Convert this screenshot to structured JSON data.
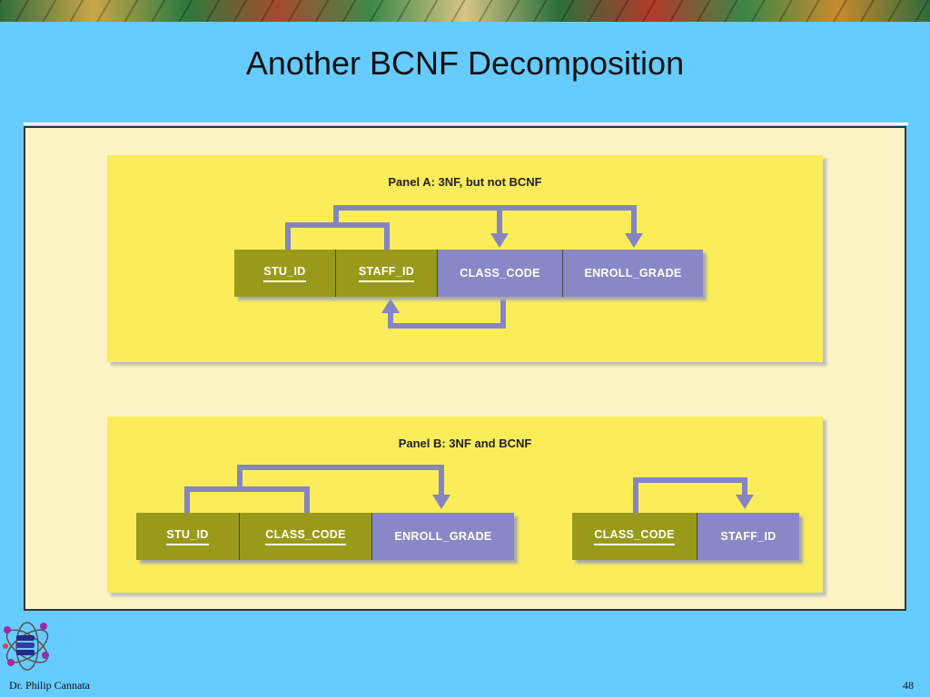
{
  "slide": {
    "title": "Another BCNF Decomposition",
    "author": "Dr. Philip Cannata",
    "page_number": "48"
  },
  "panel_a": {
    "title": "Panel A: 3NF, but not BCNF",
    "attributes": [
      "STU_ID",
      "STAFF_ID",
      "CLASS_CODE",
      "ENROLL_GRADE"
    ]
  },
  "panel_b": {
    "title": "Panel B: 3NF and BCNF",
    "table_1": [
      "STU_ID",
      "CLASS_CODE",
      "ENROLL_GRADE"
    ],
    "table_2": [
      "CLASS_CODE",
      "STAFF_ID"
    ]
  },
  "colors": {
    "background": "#66ccff",
    "key_attribute": "#9a9a1a",
    "nonkey_attribute": "#8888c6",
    "panel": "#fbed5a",
    "arrow": "#8585c4"
  }
}
